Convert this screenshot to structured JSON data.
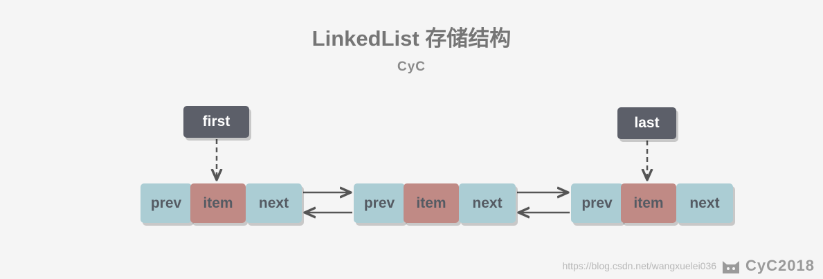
{
  "diagram": {
    "title": "LinkedList 存储结构",
    "subtitle": "CyC",
    "pointers": {
      "first": "first",
      "last": "last"
    },
    "nodes": [
      {
        "prev": "prev",
        "item": "item",
        "next": "next"
      },
      {
        "prev": "prev",
        "item": "item",
        "next": "next"
      },
      {
        "prev": "prev",
        "item": "item",
        "next": "next"
      }
    ],
    "colors": {
      "prev_next": "#abcdd4",
      "item": "#c08a85",
      "pointer": "#5c5f69",
      "arrow": "#555555"
    }
  },
  "footer": {
    "url": "https://blog.csdn.net/wangxuelei036",
    "brand": "CyC2018",
    "icon": "cat-logo-icon"
  }
}
